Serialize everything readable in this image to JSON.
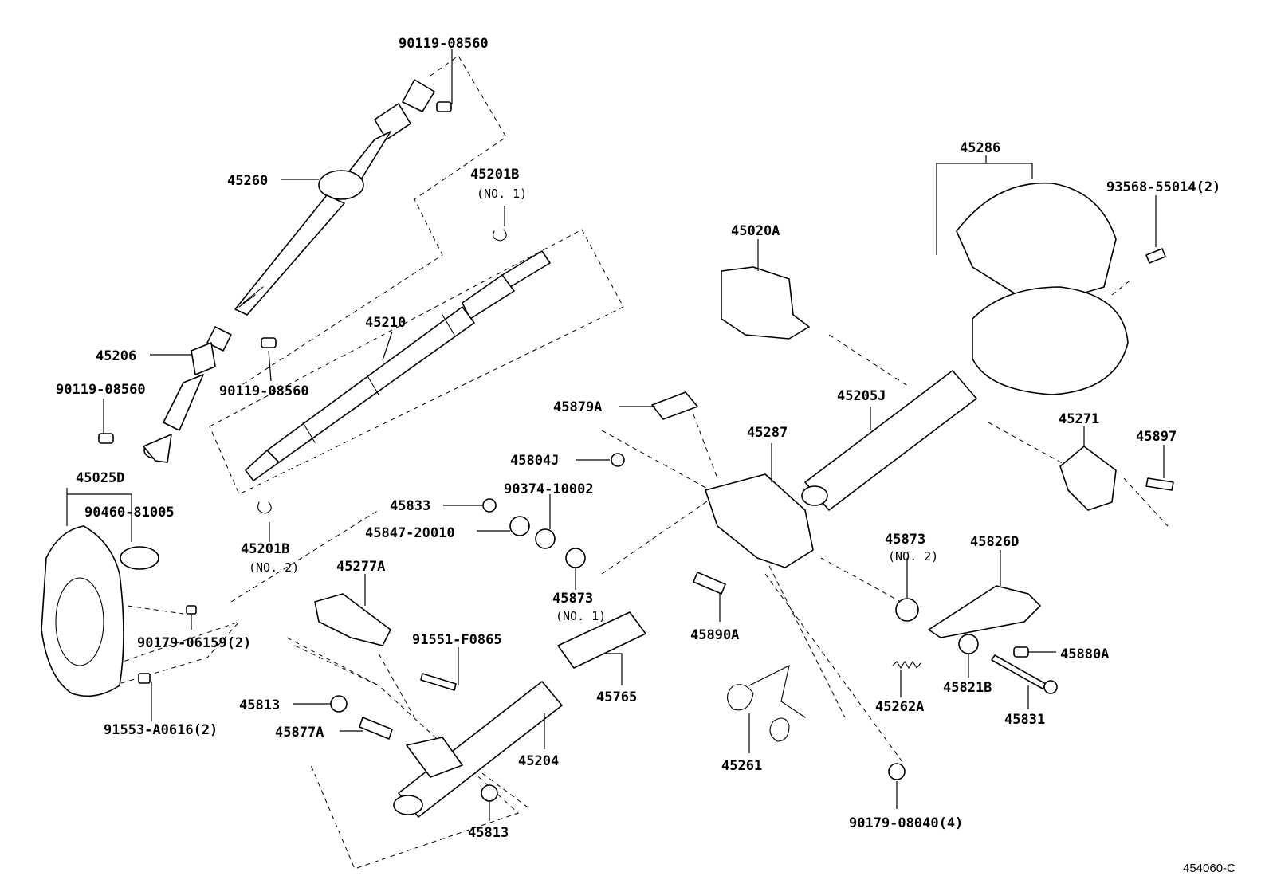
{
  "diagram": {
    "reference_code": "454060-C",
    "labels": {
      "l_90119_08560_top": "90119-08560",
      "l_45260": "45260",
      "l_45201b_no1": "45201B",
      "l_no1_a": "(NO. 1)",
      "l_45210": "45210",
      "l_45206": "45206",
      "l_90119_08560_mid": "90119-08560",
      "l_90119_08560_left": "90119-08560",
      "l_45025d": "45025D",
      "l_90460_81005": "90460-81005",
      "l_45201b_no2": "45201B",
      "l_no2_a": "(NO. 2)",
      "l_90179_06159": "90179-06159(2)",
      "l_91553_a0616": "91553-A0616(2)",
      "l_45277a": "45277A",
      "l_91551_f0865": "91551-F0865",
      "l_45813_left": "45813",
      "l_45877a": "45877A",
      "l_45204": "45204",
      "l_45765": "45765",
      "l_45813_bottom": "45813",
      "l_45879a": "45879A",
      "l_45804j": "45804J",
      "l_45833": "45833",
      "l_90374_10002": "90374-10002",
      "l_45847_20010": "45847-20010",
      "l_45873_no1": "45873",
      "l_no1_b": "(NO. 1)",
      "l_45287": "45287",
      "l_45890a": "45890A",
      "l_45261": "45261",
      "l_90179_08040": "90179-08040(4)",
      "l_45020a": "45020A",
      "l_45205j": "45205J",
      "l_45286": "45286",
      "l_93568_55014": "93568-55014(2)",
      "l_45271": "45271",
      "l_45897": "45897",
      "l_45873_no2": "45873",
      "l_no2_b": "(NO. 2)",
      "l_45826d": "45826D",
      "l_45880a": "45880A",
      "l_45821b": "45821B",
      "l_45262a": "45262A",
      "l_45831": "45831"
    }
  }
}
